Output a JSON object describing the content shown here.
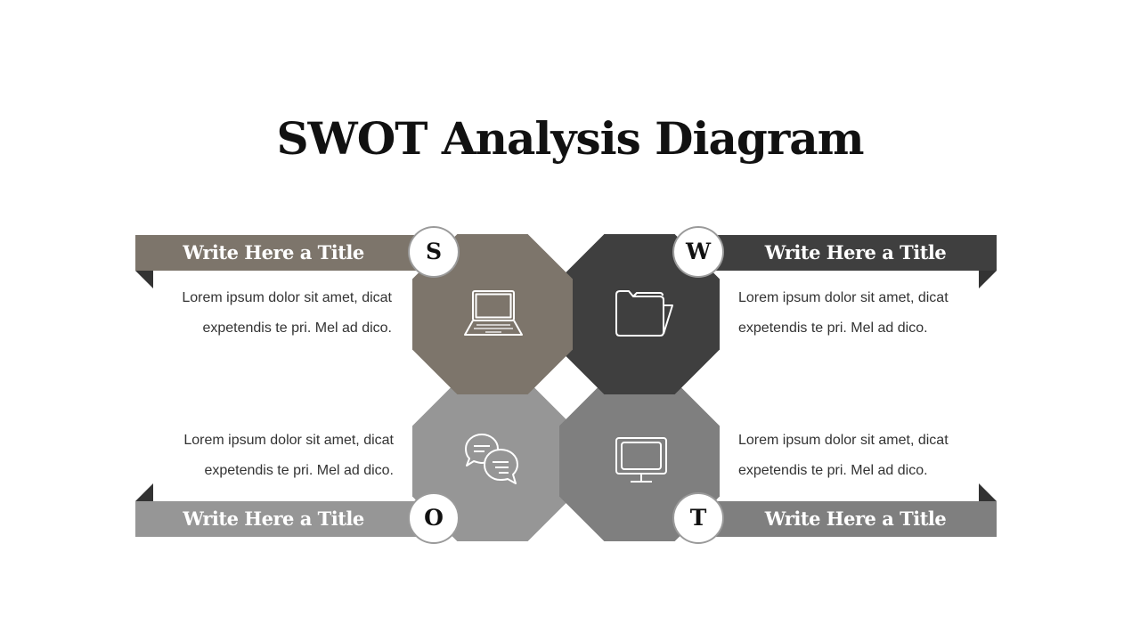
{
  "title": "SWOT Analysis Diagram",
  "colors": {
    "strengths": "#7d756b",
    "weaknesses": "#3f3f3f",
    "opportunities": "#969696",
    "threats": "#7f7f7f",
    "fold_dark": "#333333"
  },
  "quadrants": [
    {
      "key": "strengths",
      "letter": "S",
      "heading": "Write Here a Title",
      "text": "Lorem ipsum dolor sit amet, dicat expetendis te pri. Mel ad dico.",
      "icon": "laptop-icon"
    },
    {
      "key": "weaknesses",
      "letter": "W",
      "heading": "Write Here a Title",
      "text": "Lorem ipsum dolor sit amet, dicat expetendis te pri. Mel ad dico.",
      "icon": "folder-icon"
    },
    {
      "key": "opportunities",
      "letter": "O",
      "heading": "Write Here a Title",
      "text": "Lorem ipsum dolor sit amet, dicat expetendis te pri. Mel ad dico.",
      "icon": "chat-bubbles-icon"
    },
    {
      "key": "threats",
      "letter": "T",
      "heading": "Write Here a Title",
      "text": "Lorem ipsum dolor sit amet, dicat expetendis te pri. Mel ad dico.",
      "icon": "monitor-icon"
    }
  ]
}
